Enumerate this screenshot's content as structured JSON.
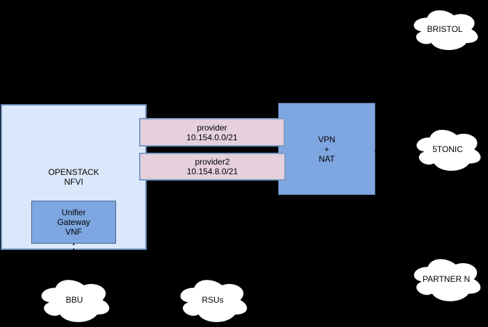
{
  "diagram": {
    "background_color": "#000000",
    "nodes": {
      "openstack": {
        "line1": "OPENSTACK",
        "line2": "NFVI",
        "fill": "#dbe8fb",
        "stroke": "#6c8ebf"
      },
      "unifier": {
        "line1": "Unifier",
        "line2": "Gateway",
        "line3": "VNF",
        "fill": "#7ea6e0",
        "stroke": "#4d648c"
      },
      "vpn": {
        "line1": "VPN",
        "line2": "+",
        "line3": "NAT",
        "fill": "#7ea6e0",
        "stroke": "#4d648c"
      },
      "provider1": {
        "name": "provider",
        "subnet": "10.154.0.0/21",
        "fill": "#e5d0db",
        "stroke": "#7e9cc9"
      },
      "provider2": {
        "name": "provider2",
        "subnet": "10.154.8.0/21",
        "fill": "#e5d0db",
        "stroke": "#7e9cc9"
      }
    },
    "clouds": [
      {
        "label": "BRISTOL"
      },
      {
        "label": "5TONIC"
      },
      {
        "label": "PARTNER N"
      },
      {
        "label": "BBU"
      },
      {
        "label": "RSUs"
      }
    ],
    "cloud_style": {
      "fill": "#ffffff",
      "stroke": "#000000"
    },
    "connector_color": "#000000"
  }
}
